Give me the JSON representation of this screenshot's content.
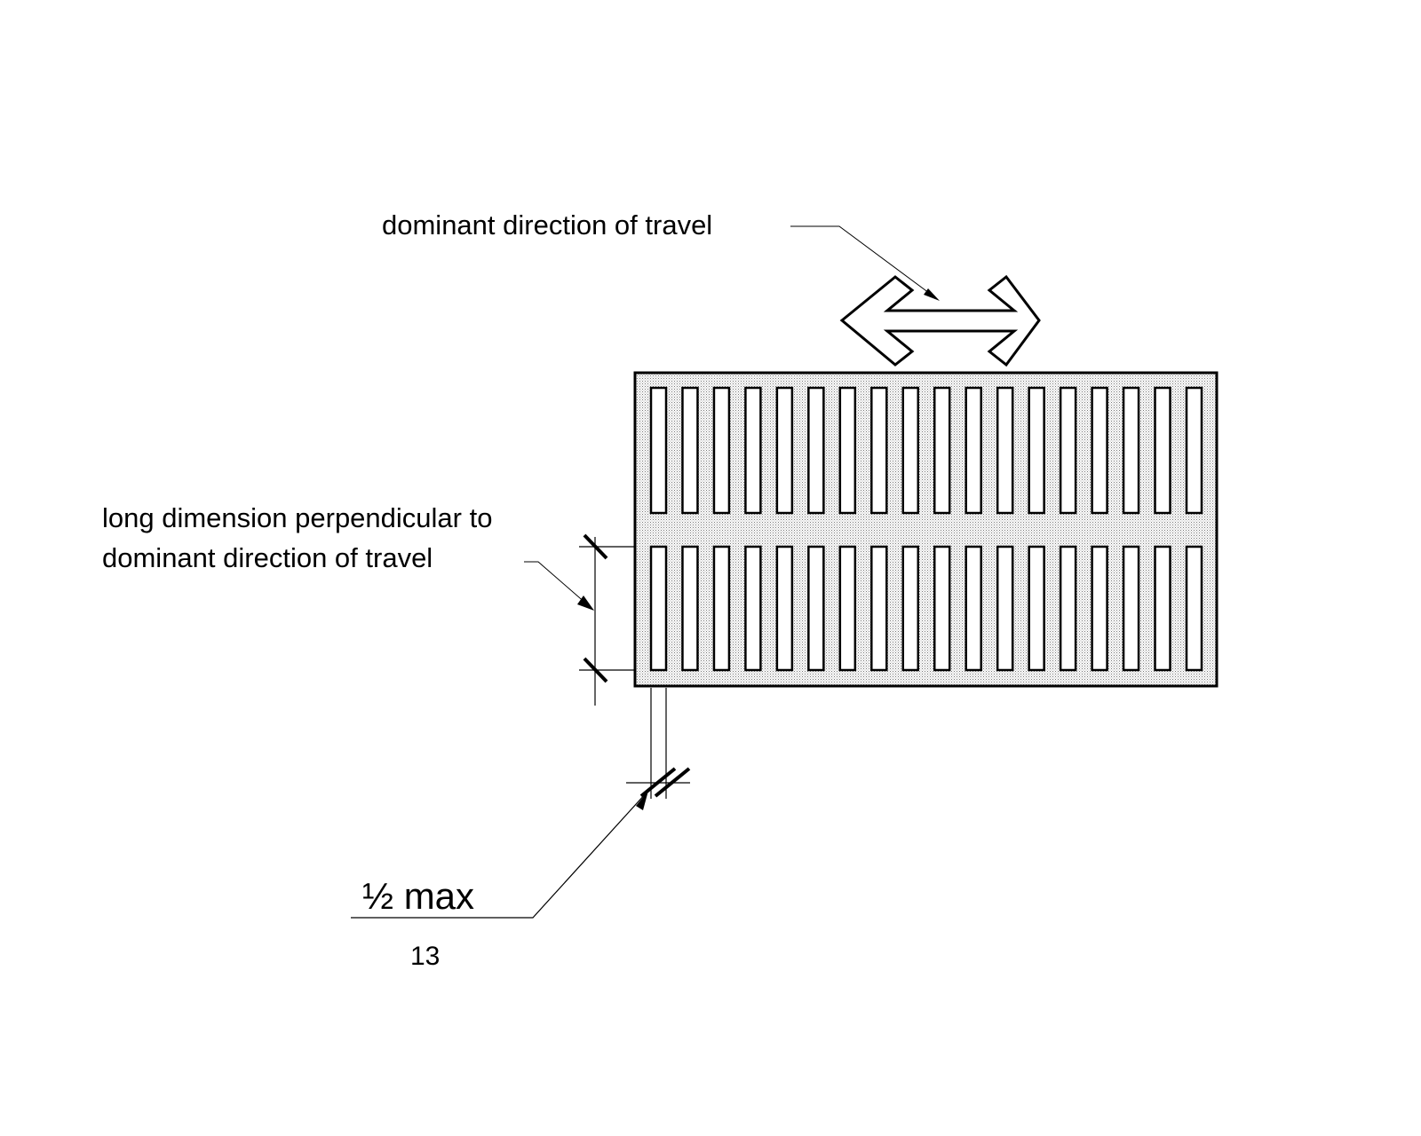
{
  "labels": {
    "travel_direction": "dominant direction of travel",
    "perpendicular_line1": "long dimension perpendicular to",
    "perpendicular_line2": "dominant direction of travel",
    "opening_max": "½ max",
    "opening_metric": "13"
  },
  "grate": {
    "rows": 2,
    "openings_per_row": 18
  },
  "colors": {
    "line": "#000000",
    "stipple": "#9a9a9a",
    "background": "#ffffff"
  }
}
